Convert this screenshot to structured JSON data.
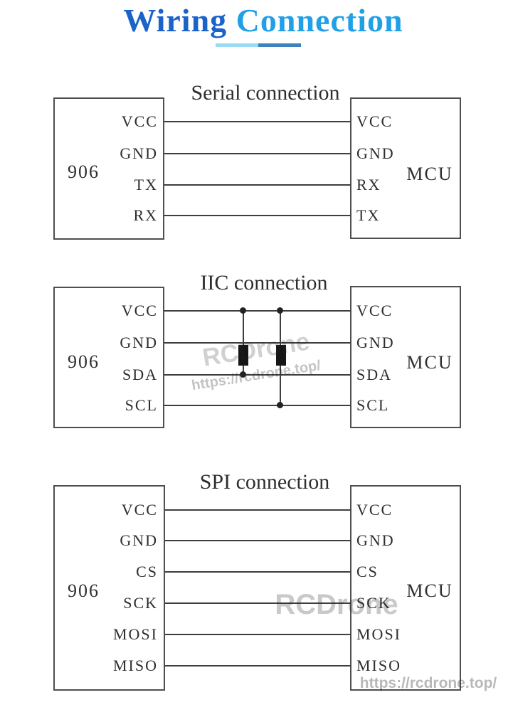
{
  "title": {
    "part1": "Wiring",
    "part2": "Connection"
  },
  "colors": {
    "title_part1": "#1a63c8",
    "title_part2": "#21a0e6",
    "underline_left": "#9ad9f3",
    "underline_right": "#3f81bd",
    "diagram_line": "#3e3e3e",
    "diagram_text": "#2e2e2e",
    "watermark_gray": "#cccccc"
  },
  "watermark": {
    "brand": "RCDrone",
    "url": "https://rcdrone.top/"
  },
  "sections": [
    {
      "heading": "Serial connection",
      "left_device": "906",
      "right_device": "MCU",
      "left_pins": [
        "VCC",
        "GND",
        "TX",
        "RX"
      ],
      "right_pins": [
        "VCC",
        "GND",
        "RX",
        "TX"
      ]
    },
    {
      "heading": "IIC connection",
      "left_device": "906",
      "right_device": "MCU",
      "left_pins": [
        "VCC",
        "GND",
        "SDA",
        "SCL"
      ],
      "right_pins": [
        "VCC",
        "GND",
        "SDA",
        "SCL"
      ],
      "pullup_resistor_count": "2"
    },
    {
      "heading": "SPI connection",
      "left_device": "906",
      "right_device": "MCU",
      "left_pins": [
        "VCC",
        "GND",
        "CS",
        "SCK",
        "MOSI",
        "MISO"
      ],
      "right_pins": [
        "VCC",
        "GND",
        "CS",
        "SCK",
        "MOSI",
        "MISO"
      ]
    }
  ]
}
